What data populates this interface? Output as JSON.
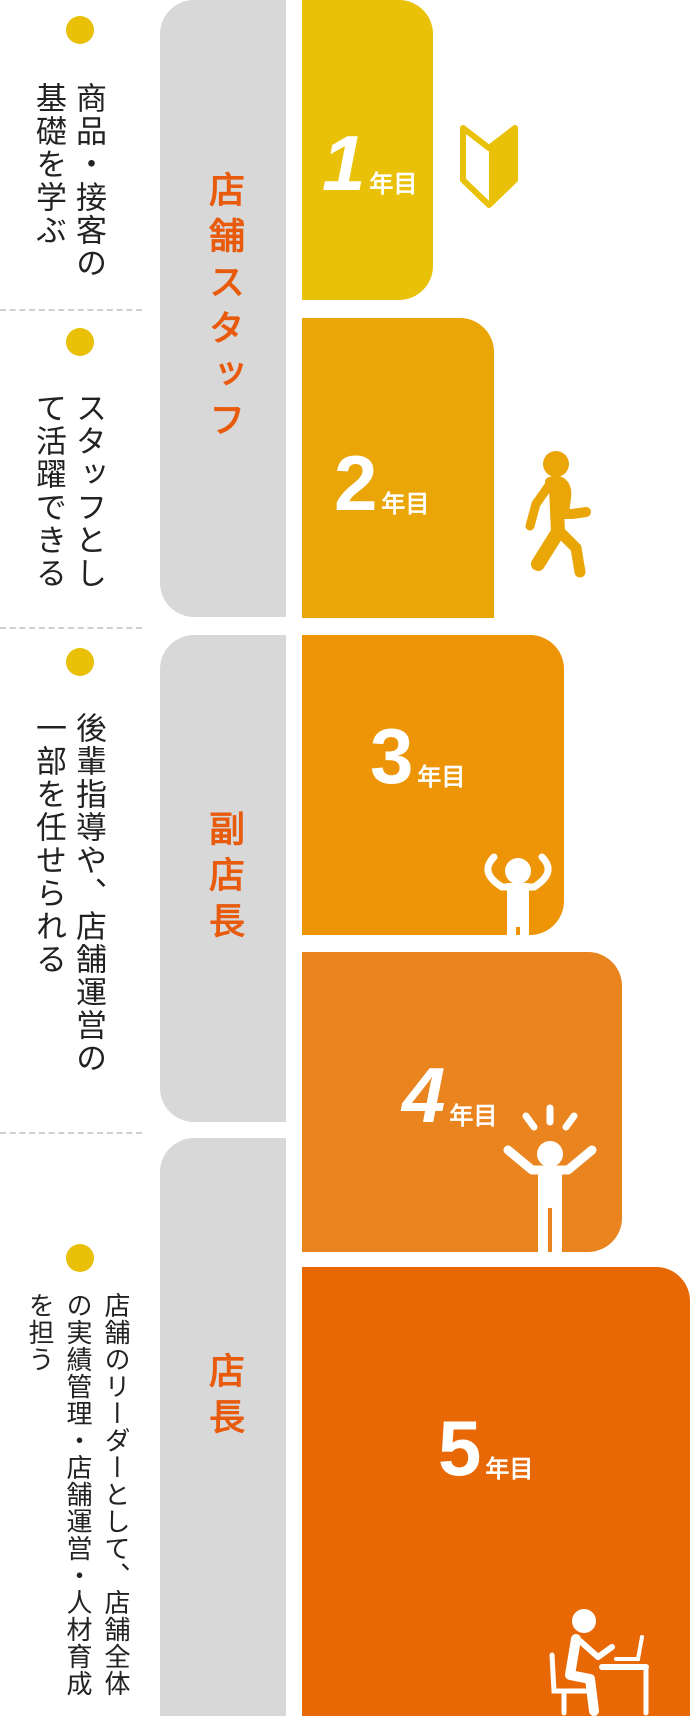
{
  "colors": {
    "year1": "#E9C108",
    "year2": "#EAA507",
    "year3": "#ED9507",
    "year4": "#EA841F",
    "year5": "#E96806",
    "stage_bg": "#D8D8D8",
    "stage_text": "#E85A0C",
    "bullet": "#E9C108"
  },
  "descriptions": [
    {
      "text": "商品・接客の基礎を学ぶ"
    },
    {
      "text": "スタッフとして活躍できる"
    },
    {
      "text": "後輩指導や、店舗運営の一部を任せられる"
    },
    {
      "text": "店舗のリーダーとして、店舗全体の実績管理・店舗運営・人材育成を担う"
    }
  ],
  "stages": [
    {
      "label": "店舗スタッフ"
    },
    {
      "label": "副店長"
    },
    {
      "label": "店長"
    }
  ],
  "years": [
    {
      "number": "1",
      "suffix": "年目",
      "icon": "beginner-mark-icon"
    },
    {
      "number": "2",
      "suffix": "年目",
      "icon": "walking-person-icon"
    },
    {
      "number": "3",
      "suffix": "年目",
      "icon": "arms-up-person-icon"
    },
    {
      "number": "4",
      "suffix": "年目",
      "icon": "cheering-person-icon"
    },
    {
      "number": "5",
      "suffix": "年目",
      "icon": "desk-worker-icon"
    }
  ]
}
